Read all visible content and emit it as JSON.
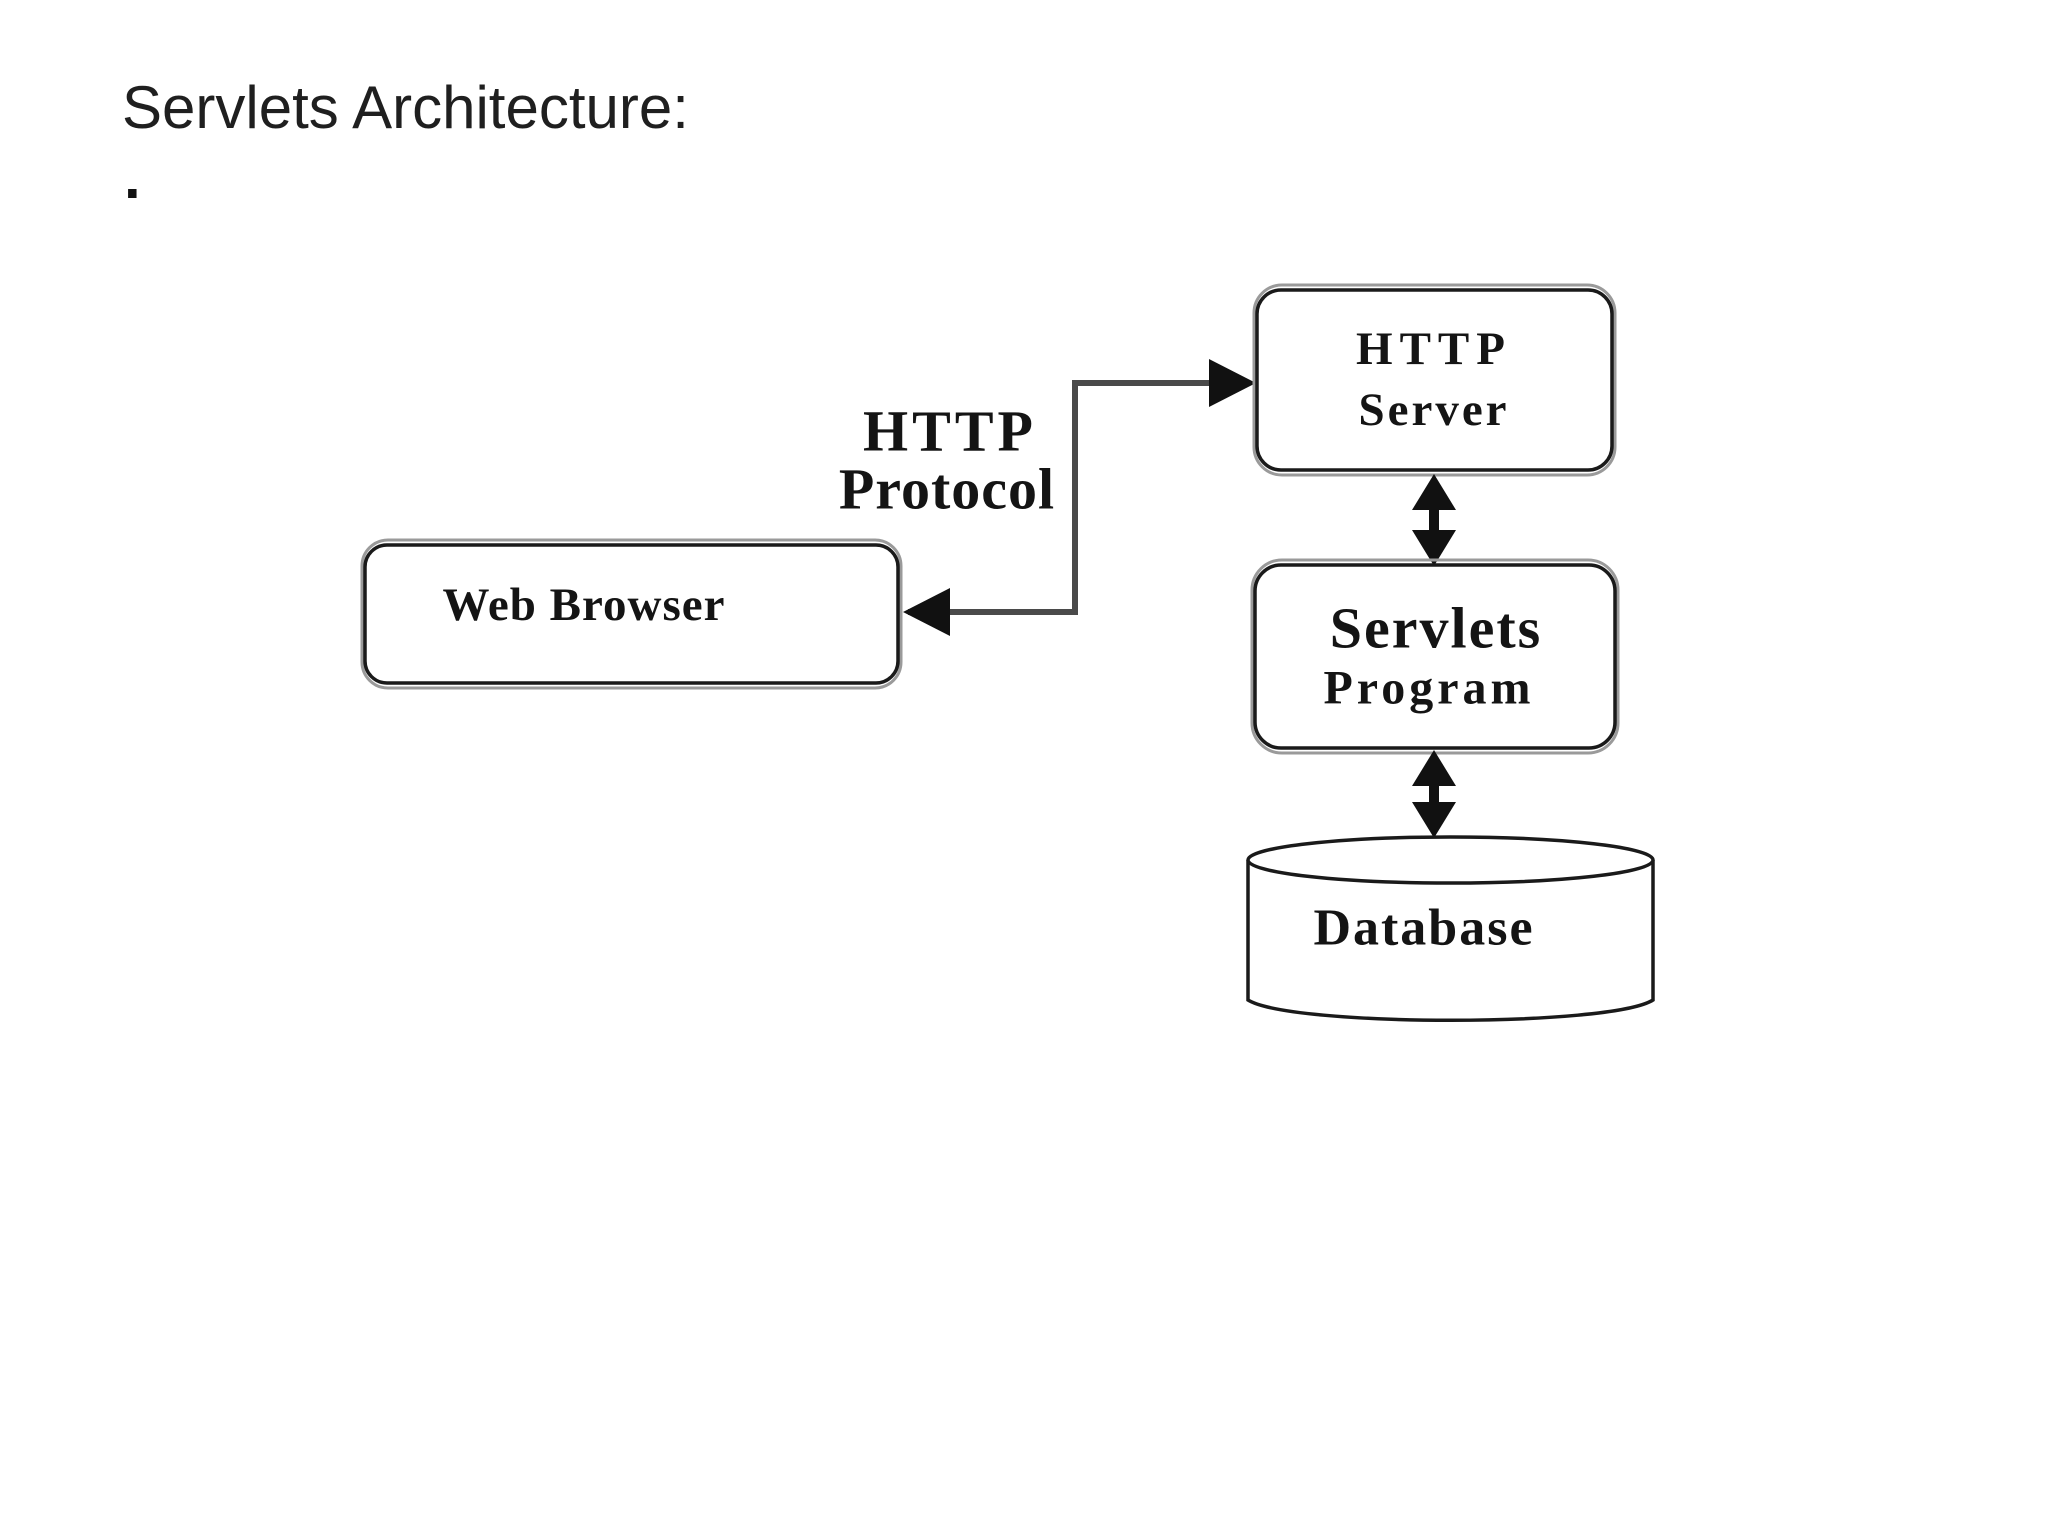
{
  "page": {
    "title": "Servlets Architecture:",
    "bullet_dot": "."
  },
  "diagram": {
    "web_browser": {
      "label": "Web Browser"
    },
    "http_server": {
      "line1": "HTTP",
      "line2": "Server"
    },
    "servlets_program": {
      "line1": "Servlets",
      "line2": "Program"
    },
    "database": {
      "label": "Database"
    },
    "protocol_label": {
      "line1": "HTTP",
      "line2": "Protocol"
    },
    "colors": {
      "ink": "#1a1a1a",
      "connector_line": "#4a4a4a",
      "echo_outline": "#9a9a9a",
      "background": "#ffffff"
    }
  }
}
